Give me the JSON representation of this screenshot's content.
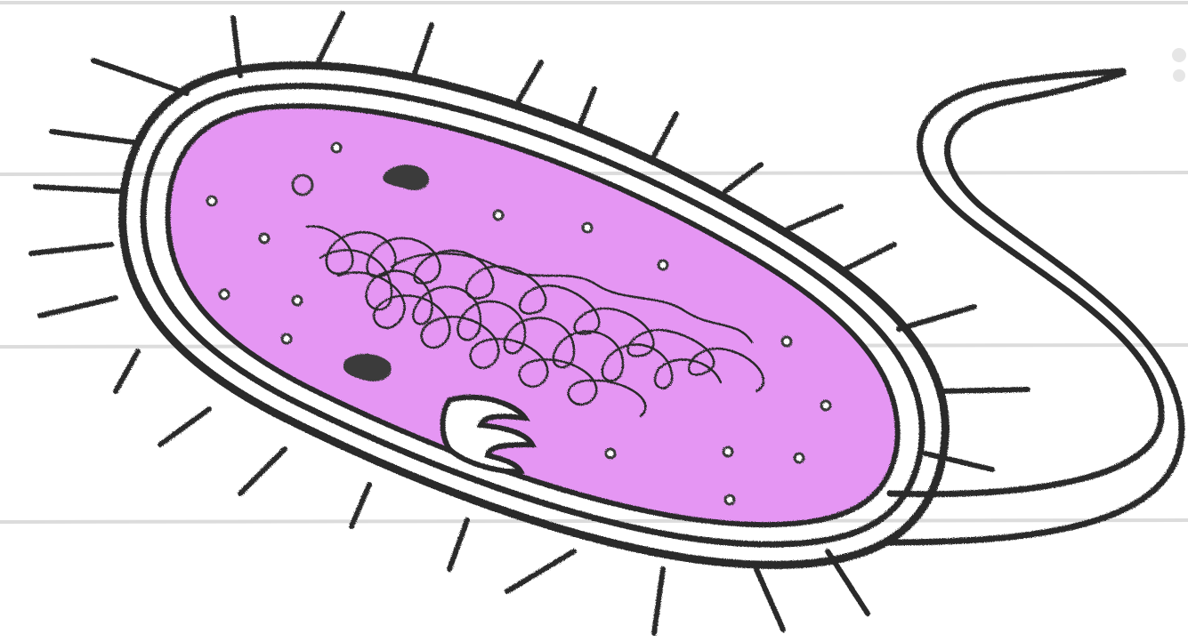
{
  "diagram": {
    "subject": "bacterium",
    "style": "hand-drawn pencil sketch on lined paper",
    "colors": {
      "paper": "#ffffff",
      "ruled_line": "#dcdcdc",
      "ink": "#2a2a2a",
      "cytoplasm": "#e596f3"
    },
    "parts": [
      "pili",
      "capsule",
      "cell-wall",
      "cell-membrane",
      "cytoplasm",
      "nucleoid",
      "ribosomes",
      "granules",
      "mesosome",
      "flagellum"
    ]
  }
}
